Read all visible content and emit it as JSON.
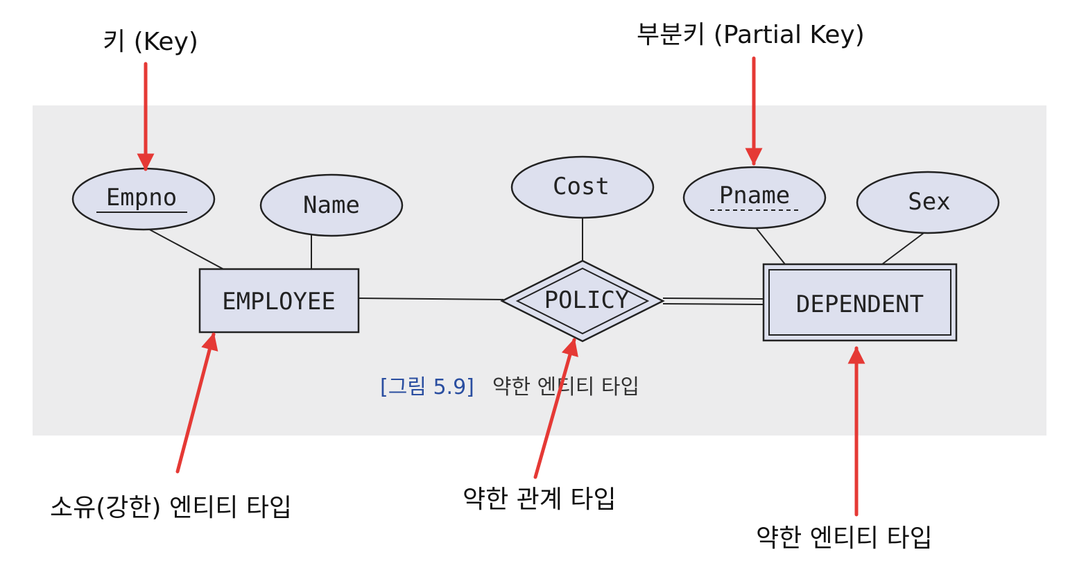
{
  "annotations": {
    "key": "키 (Key)",
    "partial_key": "부분키 (Partial Key)",
    "owner_entity": "소유(강한) 엔티티 타입",
    "weak_relationship": "약한 관계 타입",
    "weak_entity": "약한 엔티티 타입"
  },
  "figure": {
    "caption_number": "[그림 5.9]",
    "caption_text": "약한 엔티티 타입"
  },
  "entities": {
    "employee": "EMPLOYEE",
    "dependent": "DEPENDENT"
  },
  "relationship": {
    "policy": "POLICY"
  },
  "attributes": {
    "empno": "Empno",
    "name": "Name",
    "cost": "Cost",
    "pname": "Pname",
    "sex": "Sex"
  },
  "colors": {
    "panel": "#ececed",
    "shape_fill": "#dde0ee",
    "stroke": "#222222",
    "arrow": "#e53935",
    "caption_accent": "#2a4ea0"
  }
}
